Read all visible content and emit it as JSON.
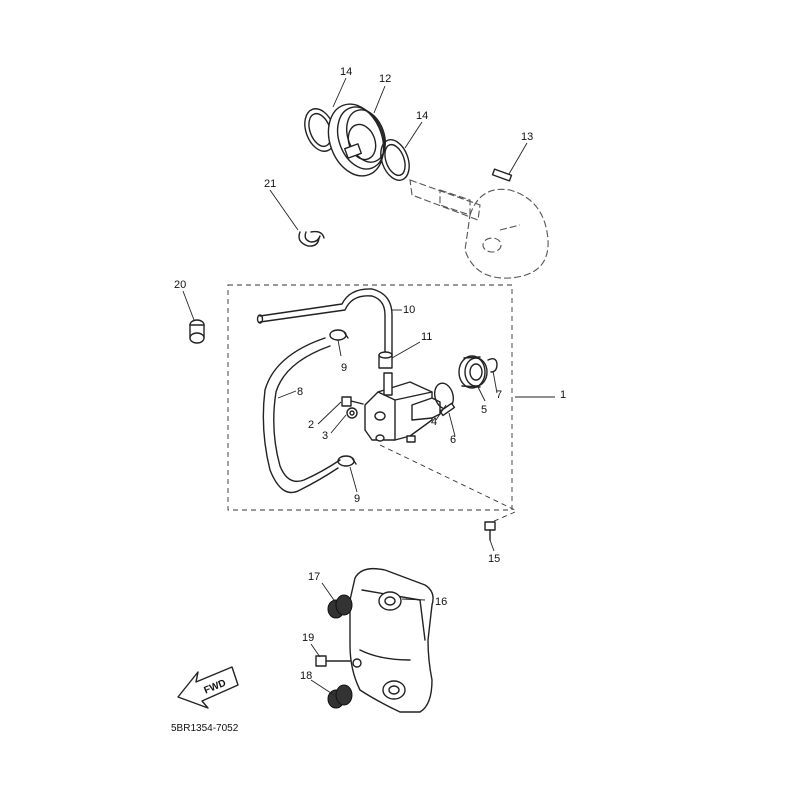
{
  "diagram_code": "5BR1354-7052",
  "fwd_label": "FWD",
  "callouts": {
    "c1": "1",
    "c2": "2",
    "c3": "3",
    "c4": "4",
    "c5": "5",
    "c6": "6",
    "c7": "7",
    "c8": "8",
    "c9a": "9",
    "c9b": "9",
    "c10": "10",
    "c11": "11",
    "c12": "12",
    "c13": "13",
    "c14a": "14",
    "c14b": "14",
    "c15": "15",
    "c16": "16",
    "c17": "17",
    "c18": "18",
    "c19": "19",
    "c20": "20",
    "c21": "21"
  }
}
